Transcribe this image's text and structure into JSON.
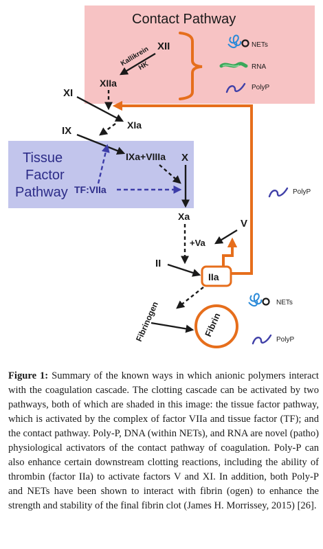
{
  "colors": {
    "contact_bg": "#f7c3c4",
    "tissue_bg": "#c2c5ec",
    "orange": "#e66e1c",
    "blue_arrow": "#3c3ca8",
    "black": "#1a1a1a"
  },
  "contact": {
    "title": "Contact Pathway"
  },
  "tissue": {
    "line1": "Tissue",
    "line2": "Factor",
    "line3": "Pathway"
  },
  "factors": {
    "xii": "XII",
    "kallikrein": "Kallikrein",
    "hk": "HK",
    "xiia": "XIIa",
    "xi": "XI",
    "xia": "XIa",
    "ix": "IX",
    "ixa_viiia": "IXa+VIIIa",
    "x": "X",
    "tfviia": "TF:VIIa",
    "xa": "Xa",
    "v": "V",
    "va": "+Va",
    "ii": "II",
    "iia": "IIa",
    "fibrinogen": "Fibrinogen",
    "fibrin": "Fibrin",
    "polyp_mid": "PolyP"
  },
  "legend_top": [
    {
      "icon": "nets-icon",
      "label": "NETs"
    },
    {
      "icon": "rna-icon",
      "label": "RNA"
    },
    {
      "icon": "polyp-icon",
      "label": "PolyP"
    }
  ],
  "legend_bottom": [
    {
      "icon": "nets-icon",
      "label": "NETs"
    },
    {
      "icon": "polyp-icon",
      "label": "PolyP"
    }
  ],
  "caption": {
    "label": "Figure 1:",
    "text": " Summary of the known ways in which anionic polymers interact with the coagulation cascade. The clotting cascade can be activated by two pathways, both of which are shaded in this image: the tissue factor pathway, which is activated by the complex of factor VIIa and tissue factor (TF); and the contact pathway. Poly-P, DNA (within NETs), and RNA are novel (patho) physiological activators of the contact pathway of coagulation. Poly-P can also enhance certain downstream clotting reactions, including the ability of thrombin (factor IIa) to activate factors V and XI. In addition, both Poly-P and NETs have been shown to interact with fibrin (ogen) to enhance the strength and stability of the final fibrin clot (James H. Morrissey, 2015) [26]."
  }
}
